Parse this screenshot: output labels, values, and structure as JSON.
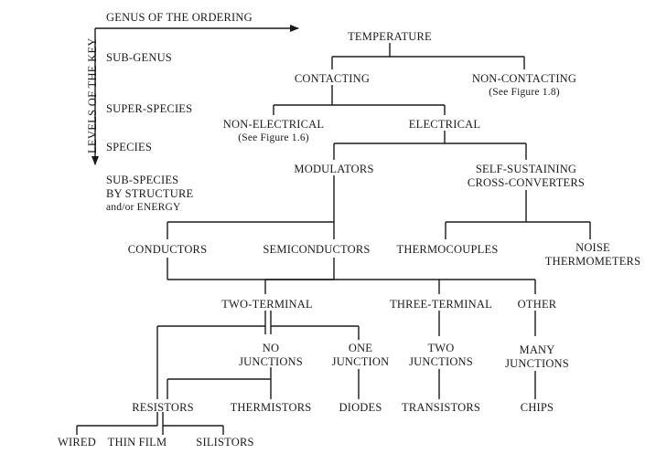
{
  "key": {
    "genus_of_ordering": "GENUS OF THE ORDERING",
    "levels_of_key": "LEVELS OF THE KEY",
    "sub_genus": "SUB-GENUS",
    "super_species": "SUPER-SPECIES",
    "species": "SPECIES",
    "sub_species_1": "SUB-SPECIES",
    "sub_species_2": "BY STRUCTURE",
    "sub_species_3": "and/or ENERGY"
  },
  "nodes": {
    "temperature": "TEMPERATURE",
    "contacting": "CONTACTING",
    "non_contacting": "NON-CONTACTING",
    "non_contacting_ref": "(See Figure 1.8)",
    "non_electrical": "NON-ELECTRICAL",
    "non_electrical_ref": "(See Figure 1.6)",
    "electrical": "ELECTRICAL",
    "modulators": "MODULATORS",
    "self_sustaining_1": "SELF-SUSTAINING",
    "self_sustaining_2": "CROSS-CONVERTERS",
    "conductors": "CONDUCTORS",
    "semiconductors": "SEMICONDUCTORS",
    "thermocouples": "THERMOCOUPLES",
    "noise_1": "NOISE",
    "noise_2": "THERMOMETERS",
    "two_terminal": "TWO-TERMINAL",
    "three_terminal": "THREE-TERMINAL",
    "other": "OTHER",
    "no_junctions_1": "NO",
    "no_junctions_2": "JUNCTIONS",
    "one_junction_1": "ONE",
    "one_junction_2": "JUNCTION",
    "two_junctions_1": "TWO",
    "two_junctions_2": "JUNCTIONS",
    "many_junctions_1": "MANY",
    "many_junctions_2": "JUNCTIONS",
    "resistors": "RESISTORS",
    "thermistors": "THERMISTORS",
    "diodes": "DIODES",
    "transistors": "TRANSISTORS",
    "chips": "CHIPS",
    "wired": "WIRED",
    "thin_film": "THIN FILM",
    "silistors": "SILISTORS"
  }
}
